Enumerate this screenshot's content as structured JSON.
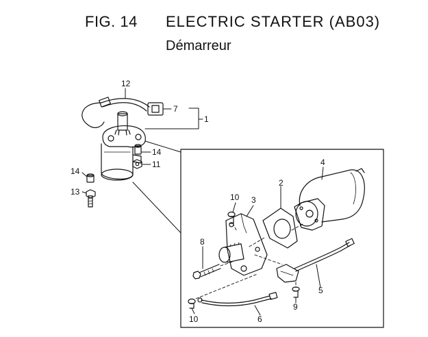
{
  "header": {
    "figure_number": "FIG. 14",
    "title": "ELECTRIC STARTER (AB03)",
    "subtitle": "Démarreur"
  },
  "callouts": {
    "c1": "1",
    "c2": "2",
    "c3": "3",
    "c4": "4",
    "c5": "5",
    "c6": "6",
    "c7": "7",
    "c8": "8",
    "c9": "9",
    "c10a": "10",
    "c10b": "10",
    "c11": "11",
    "c12": "12",
    "c13": "13",
    "c14a": "14",
    "c14b": "14"
  }
}
